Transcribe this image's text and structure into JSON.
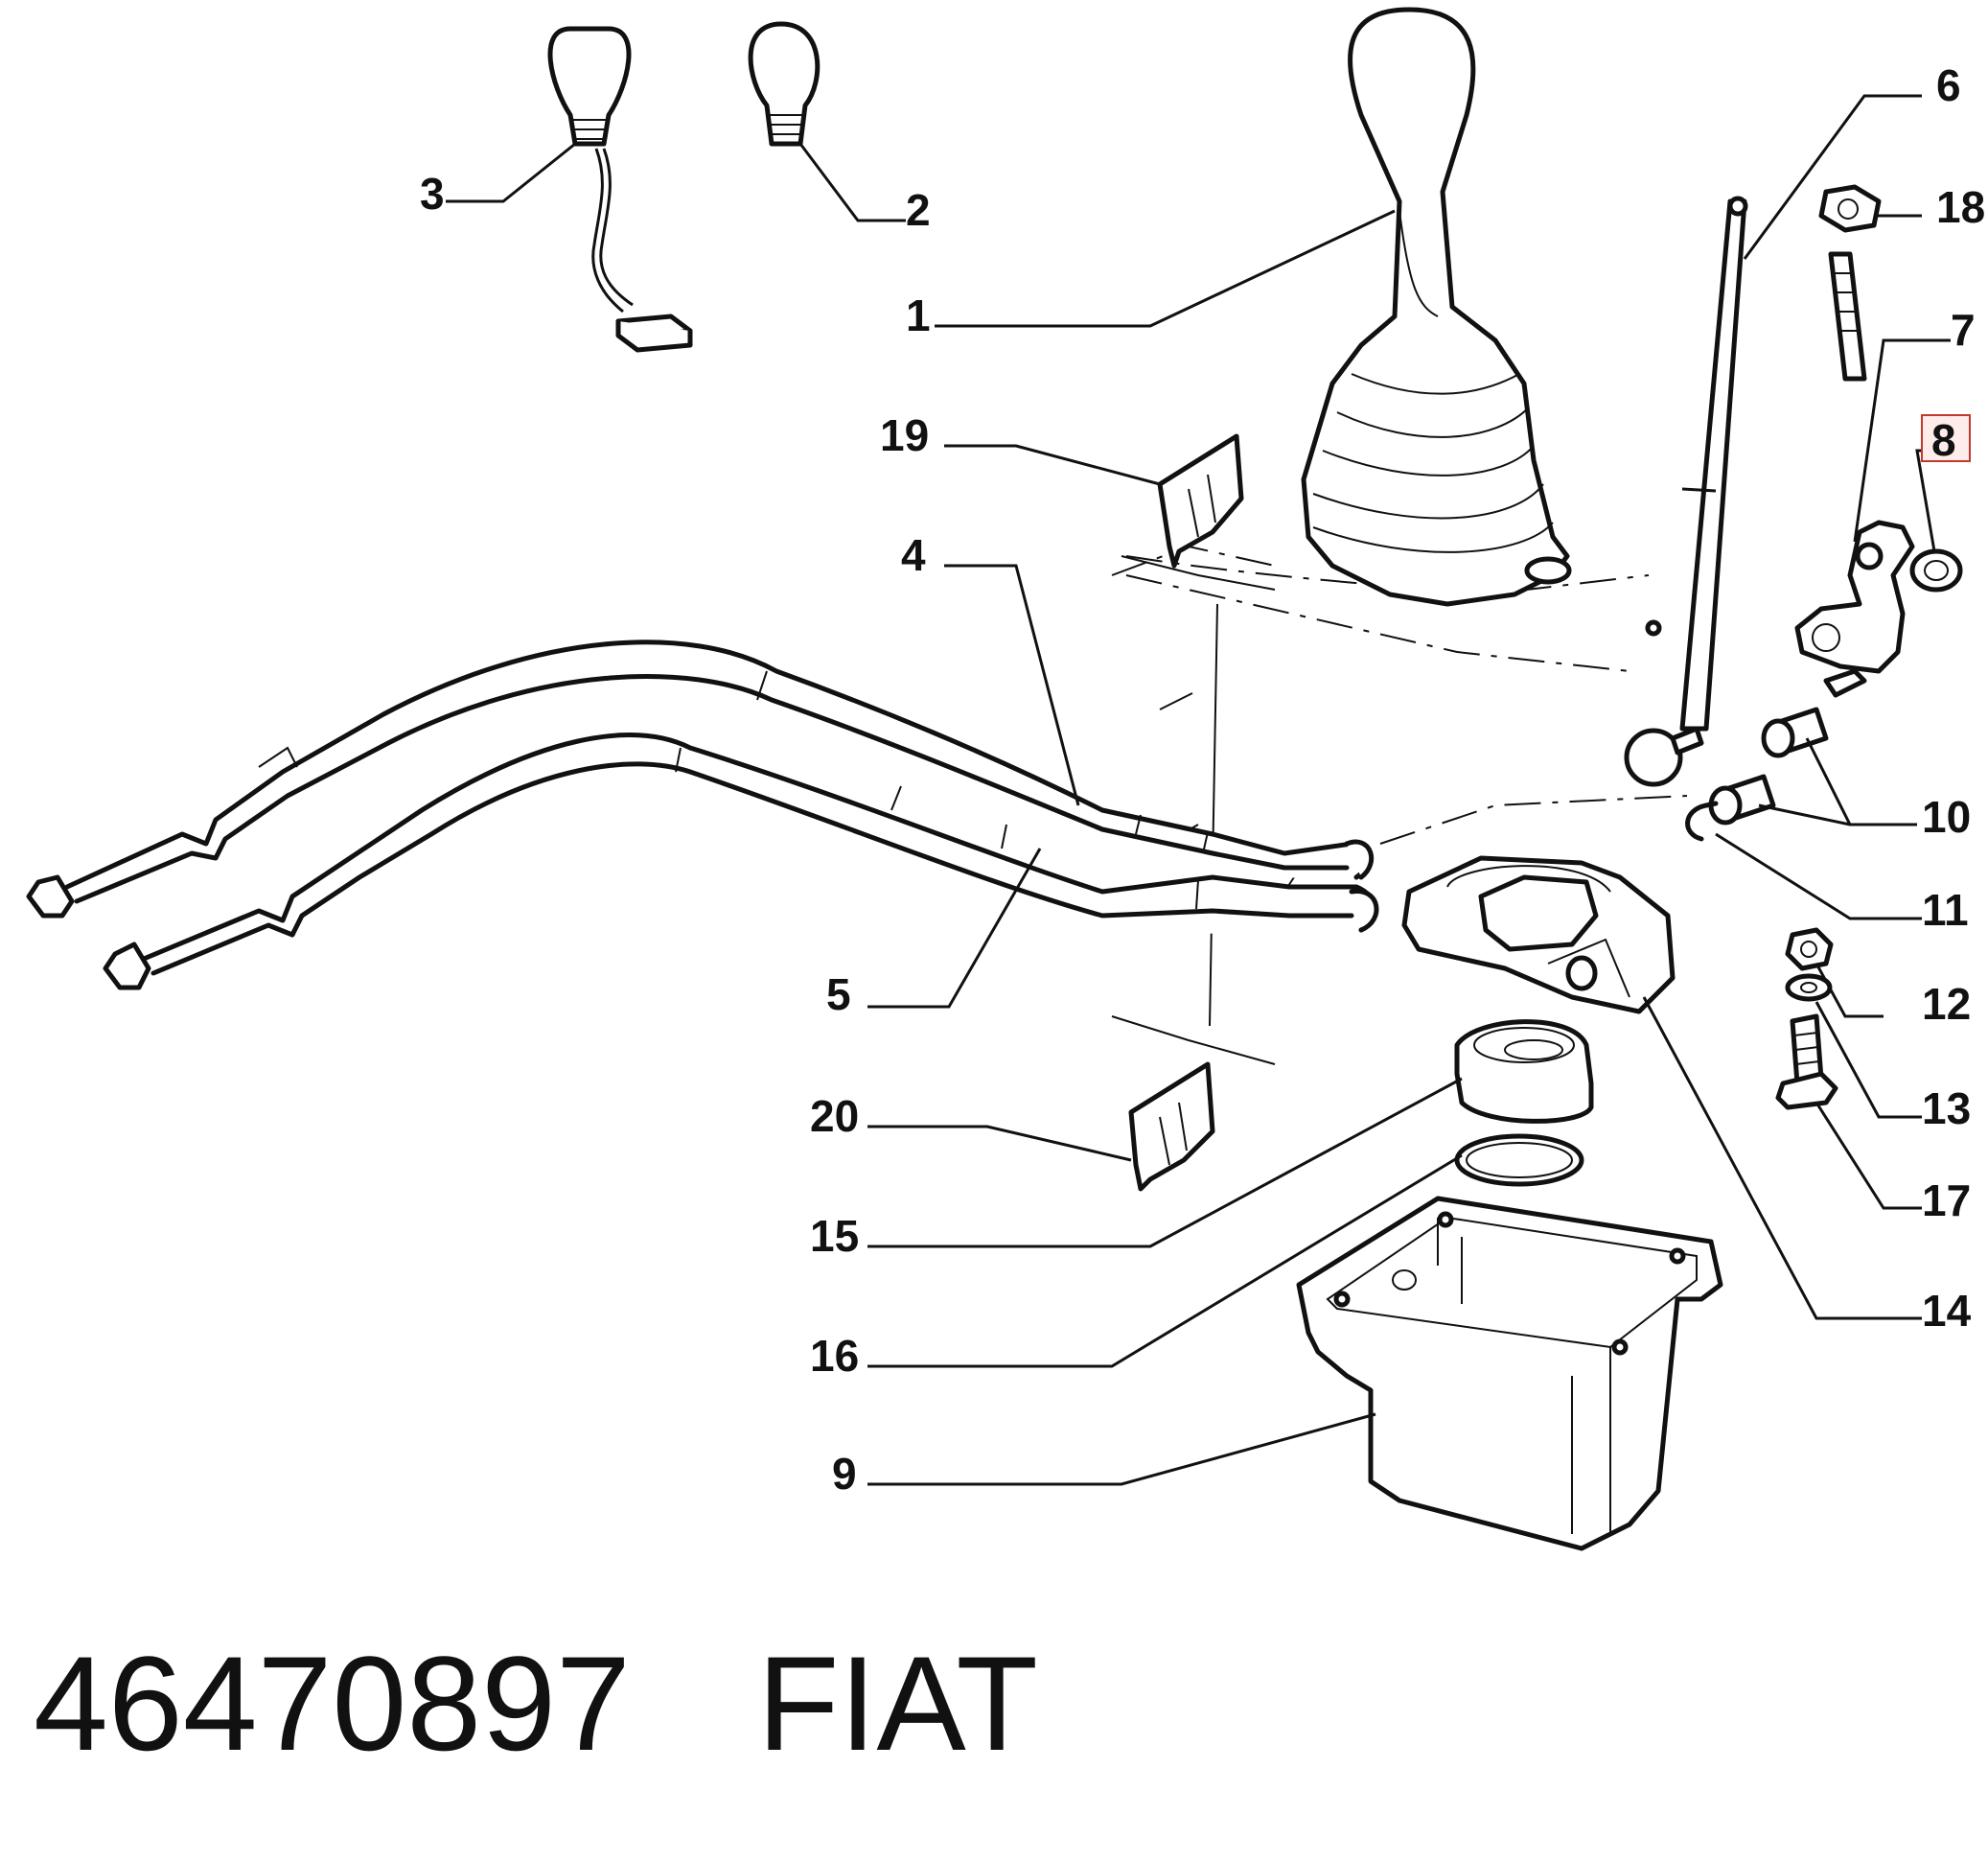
{
  "callouts": [
    {
      "id": "1",
      "label": "1"
    },
    {
      "id": "2",
      "label": "2"
    },
    {
      "id": "3",
      "label": "3"
    },
    {
      "id": "4",
      "label": "4"
    },
    {
      "id": "5",
      "label": "5"
    },
    {
      "id": "6",
      "label": "6"
    },
    {
      "id": "7",
      "label": "7"
    },
    {
      "id": "8",
      "label": "8",
      "highlighted": true
    },
    {
      "id": "9",
      "label": "9"
    },
    {
      "id": "10",
      "label": "10"
    },
    {
      "id": "11",
      "label": "11"
    },
    {
      "id": "12",
      "label": "12"
    },
    {
      "id": "13",
      "label": "13"
    },
    {
      "id": "14",
      "label": "14"
    },
    {
      "id": "15",
      "label": "15"
    },
    {
      "id": "16",
      "label": "16"
    },
    {
      "id": "17",
      "label": "17"
    },
    {
      "id": "18",
      "label": "18"
    },
    {
      "id": "19",
      "label": "19"
    },
    {
      "id": "20",
      "label": "20"
    }
  ],
  "footer": {
    "part_number": "46470897",
    "brand": "FIAT"
  },
  "colors": {
    "ink": "#111111",
    "highlight_border": "#c0392b",
    "highlight_fill": "#fdecea"
  }
}
